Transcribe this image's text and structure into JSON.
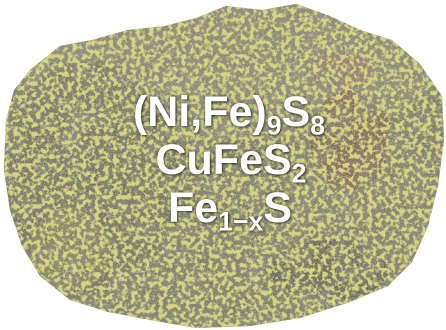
{
  "image": {
    "subject": "rock-specimen",
    "background_color": "#ffffff",
    "rock_colors": {
      "base": "#6f6f5c",
      "dark": "#3a3a30",
      "light": "#a9a58e",
      "yellow": "#a8a43a",
      "rust": "#8a5a45"
    }
  },
  "formulas": [
    {
      "parts": [
        {
          "t": "(Ni,Fe)"
        },
        {
          "t": "9",
          "sub": true
        },
        {
          "t": "S"
        },
        {
          "t": "8",
          "sub": true
        }
      ]
    },
    {
      "parts": [
        {
          "t": "CuFeS"
        },
        {
          "t": "2",
          "sub": true
        }
      ]
    },
    {
      "parts": [
        {
          "t": "Fe"
        },
        {
          "t": "1−x",
          "sub": true
        },
        {
          "t": "S"
        }
      ]
    }
  ]
}
